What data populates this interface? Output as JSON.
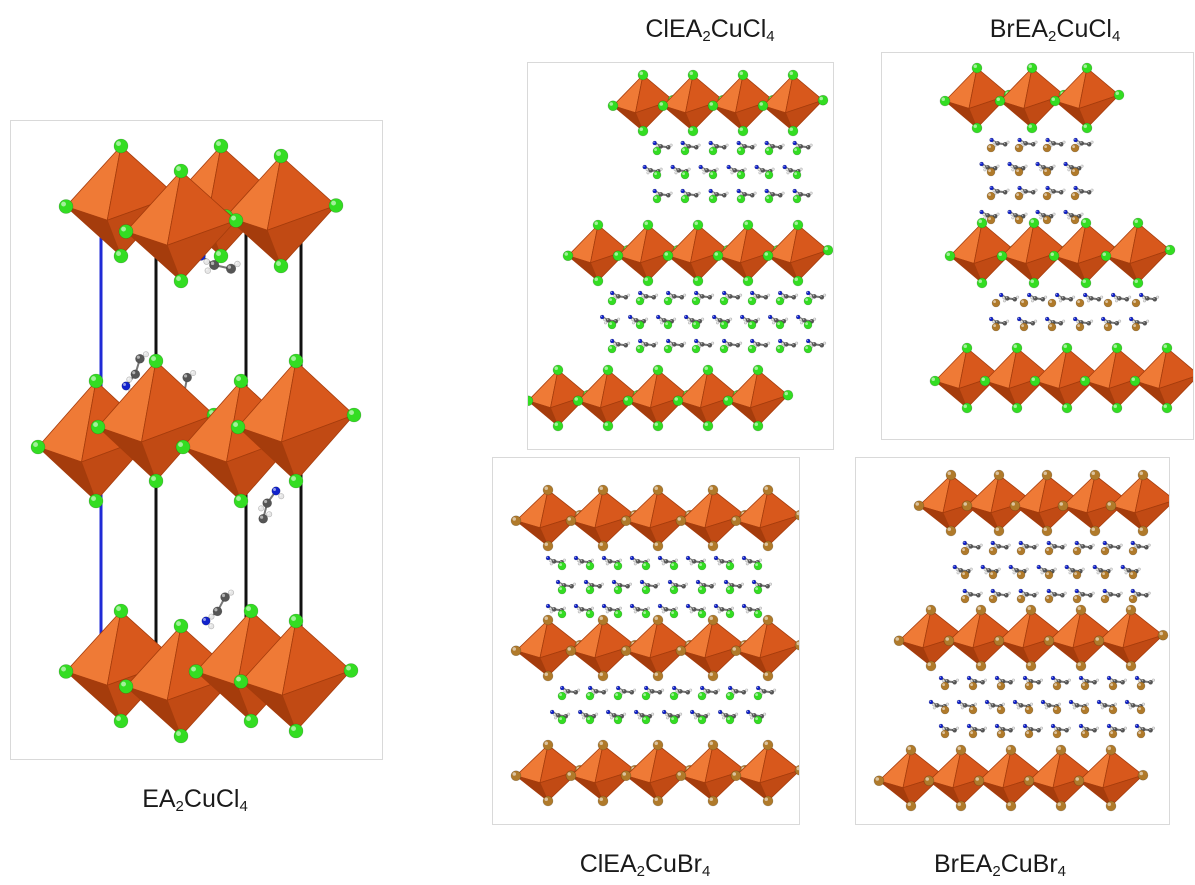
{
  "figure": {
    "panels": [
      {
        "id": "ea2cucl4",
        "label": {
          "base": "EA",
          "n1": "2",
          "mid": "CuCl",
          "n2": "4",
          "tail": ""
        },
        "halide": "#33dd22"
      },
      {
        "id": "clea2cucl4",
        "label": {
          "base": "ClEA",
          "n1": "2",
          "mid": "CuCl",
          "n2": "4",
          "tail": ""
        },
        "halide": "#33dd22"
      },
      {
        "id": "brea2cucl4",
        "label": {
          "base": "BrEA",
          "n1": "2",
          "mid": "CuCl",
          "n2": "4",
          "tail": ""
        },
        "halide": "#33dd22"
      },
      {
        "id": "clea2cubr4",
        "label": {
          "base": "ClEA",
          "n1": "2",
          "mid": "CuBr",
          "n2": "4",
          "tail": ""
        },
        "halide": "#b07a2a"
      },
      {
        "id": "brea2cubr4",
        "label": {
          "base": "BrEA",
          "n1": "2",
          "mid": "CuBr",
          "n2": "4",
          "tail": ""
        },
        "halide": "#b07a2a"
      }
    ],
    "colors": {
      "octahedron": "#d8581c",
      "octahedron_dark": "#a53c0c",
      "octahedron_light": "#ef7a36",
      "chloride": "#33dd22",
      "bromide": "#b07a2a",
      "carbon": "#555555",
      "nitrogen": "#1122cc",
      "hydrogen": "#e6e6e6",
      "cell_a": "#1f2ad6",
      "cell_other": "#111111"
    }
  }
}
